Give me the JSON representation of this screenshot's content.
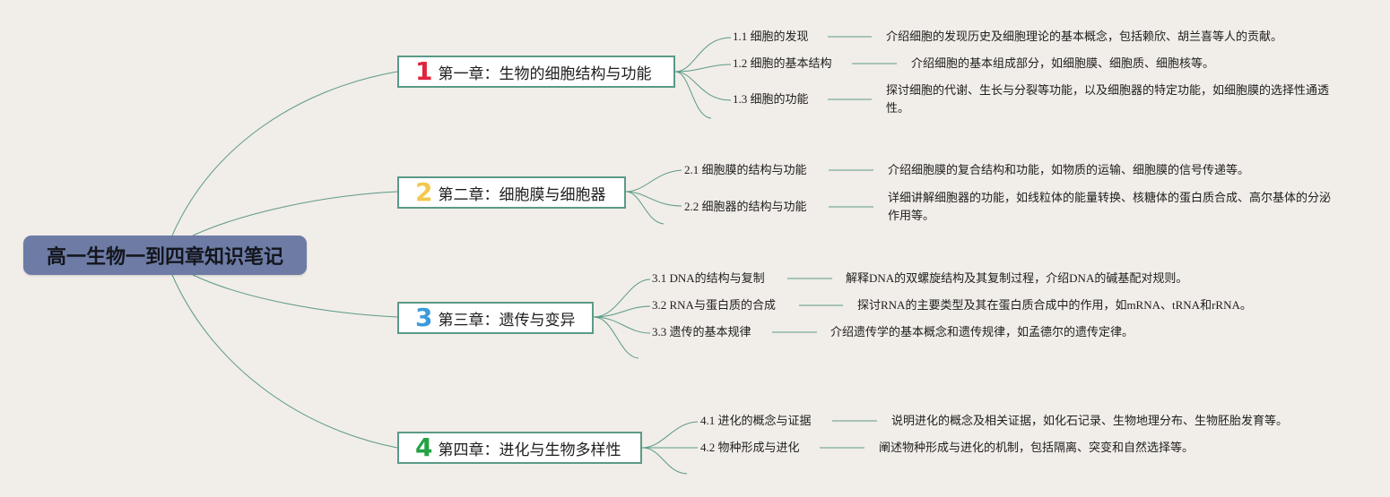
{
  "title": "高一生物一到四章知识笔记",
  "colors": {
    "background": "#f1ede8",
    "root_fill": "#6d7ba5",
    "connector": "#5a9a88",
    "num_1": "#e0243d",
    "num_2": "#f2c94c",
    "num_3": "#3a9bdc",
    "num_4": "#25a244"
  },
  "chapters": [
    {
      "num": "1",
      "title": "第一章：生物的细胞结构与功能",
      "topics": [
        {
          "label": "1.1 细胞的发现",
          "desc": "介绍细胞的发现历史及细胞理论的基本概念，包括赖欣、胡兰喜等人的贡献。"
        },
        {
          "label": "1.2 细胞的基本结构",
          "desc": "介绍细胞的基本组成部分，如细胞膜、细胞质、细胞核等。"
        },
        {
          "label": "1.3 细胞的功能",
          "desc": "探讨细胞的代谢、生长与分裂等功能，以及细胞器的特定功能，如细胞膜的选择性通透性。"
        }
      ]
    },
    {
      "num": "2",
      "title": "第二章：细胞膜与细胞器",
      "topics": [
        {
          "label": "2.1 细胞膜的结构与功能",
          "desc": "介绍细胞膜的复合结构和功能，如物质的运输、细胞膜的信号传递等。"
        },
        {
          "label": "2.2 细胞器的结构与功能",
          "desc": "详细讲解细胞器的功能，如线粒体的能量转换、核糖体的蛋白质合成、高尔基体的分泌作用等。"
        }
      ]
    },
    {
      "num": "3",
      "title": "第三章：遗传与变异",
      "topics": [
        {
          "label": "3.1 DNA的结构与复制",
          "desc": "解释DNA的双螺旋结构及其复制过程，介绍DNA的碱基配对规则。"
        },
        {
          "label": "3.2 RNA与蛋白质的合成",
          "desc": "探讨RNA的主要类型及其在蛋白质合成中的作用，如mRNA、tRNA和rRNA。"
        },
        {
          "label": "3.3 遗传的基本规律",
          "desc": "介绍遗传学的基本概念和遗传规律，如孟德尔的遗传定律。"
        }
      ]
    },
    {
      "num": "4",
      "title": "第四章：进化与生物多样性",
      "topics": [
        {
          "label": "4.1 进化的概念与证据",
          "desc": "说明进化的概念及相关证据，如化石记录、生物地理分布、生物胚胎发育等。"
        },
        {
          "label": "4.2 物种形成与进化",
          "desc": "阐述物种形成与进化的机制，包括隔离、突变和自然选择等。"
        }
      ]
    }
  ]
}
